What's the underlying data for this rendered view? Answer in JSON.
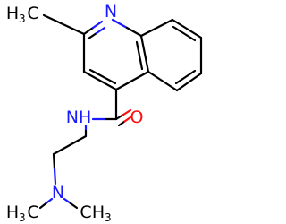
{
  "molecule": {
    "colors": {
      "carbon": "#000000",
      "nitrogen": "#1a1aff",
      "oxygen": "#ff0d0d"
    },
    "atom_labels": {
      "methyl_top": "H",
      "methyl_top_sub": "3",
      "methyl_top_c": "C",
      "ring_n": "N",
      "amide_nh": "NH",
      "carbonyl_o": "O",
      "amine_n": "N",
      "methyl_left": "H",
      "methyl_left_sub": "3",
      "methyl_left_c": "C",
      "methyl_right_c": "C",
      "methyl_right": "H",
      "methyl_right_sub": "3"
    }
  }
}
